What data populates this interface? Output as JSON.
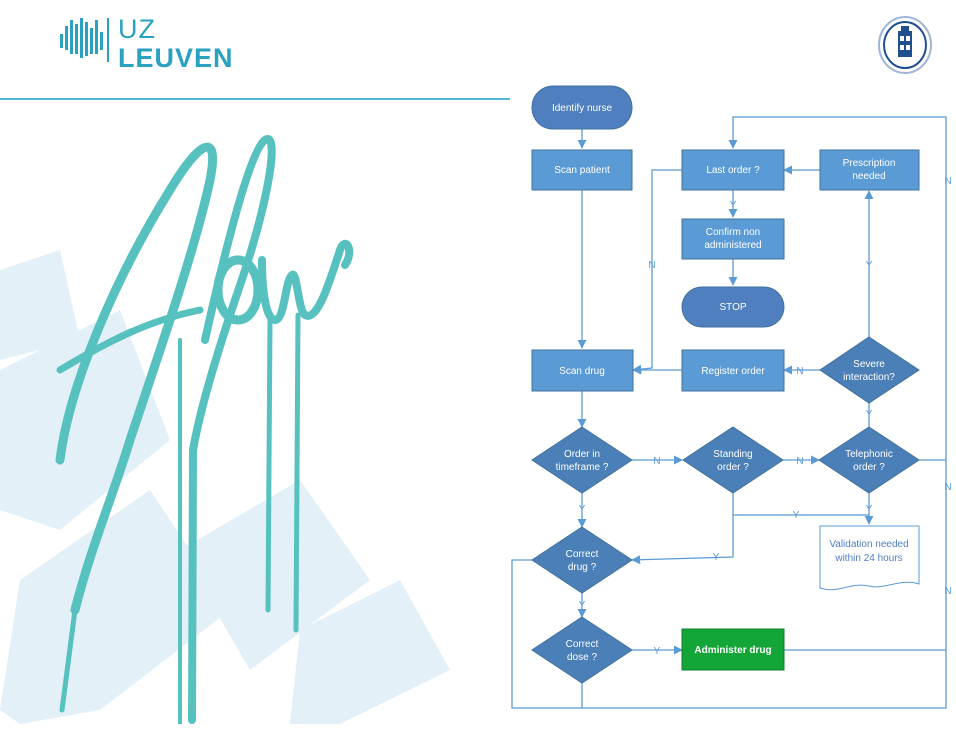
{
  "header": {
    "logo_line1": "UZ",
    "logo_line2": "LEUVEN"
  },
  "art": {
    "word": "flow"
  },
  "colors": {
    "box": "#5b9bd5",
    "box_stroke": "#41719c",
    "diamond": "#4a7fb8",
    "terminal": "#4f7fbe",
    "administer": "#13a538",
    "line": "#5b9bd5",
    "brand": "#2aa1c0",
    "art": "#56c1bf"
  },
  "nodes": {
    "identify_nurse": "Identify nurse",
    "scan_patient": "Scan patient",
    "last_order": "Last order ?",
    "prescription_needed_1": "Prescription",
    "prescription_needed_2": "needed",
    "confirm_1": "Confirm non",
    "confirm_2": "administered",
    "stop": "STOP",
    "scan_drug": "Scan drug",
    "register_order": "Register order",
    "severe_1": "Severe",
    "severe_2": "interaction?",
    "timeframe_1": "Order in",
    "timeframe_2": "timeframe ?",
    "standing_1": "Standing",
    "standing_2": "order ?",
    "telephonic_1": "Telephonic",
    "telephonic_2": "order ?",
    "validation_1": "Validation needed",
    "validation_2": "within 24 hours",
    "correct_drug_1": "Correct",
    "correct_drug_2": "drug ?",
    "correct_dose_1": "Correct",
    "correct_dose_2": "dose ?",
    "administer": "Administer drug"
  },
  "labels": {
    "yes": "Y",
    "no": "N"
  }
}
